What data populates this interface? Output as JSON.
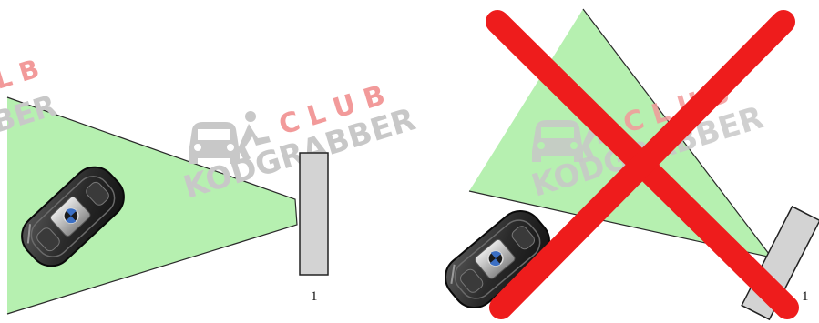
{
  "panels": [
    {
      "id": "left",
      "obstacle_label": "1",
      "crossed_out": false
    },
    {
      "id": "right",
      "obstacle_label": "1",
      "crossed_out": true
    }
  ],
  "watermark": {
    "line1": "C L U B",
    "line2": "KODGRABBER",
    "partial_line1": "L B",
    "partial_line2": "BER"
  },
  "colors": {
    "beam_fill": "#b6f0b0",
    "beam_stroke": "#2a2a2a",
    "obstacle_fill": "#d3d3d3",
    "cross": "#ee1c1c",
    "watermark_gray": "#c8c8c8",
    "watermark_red": "#f29a9a"
  },
  "icons": [
    "car-key-fob-icon",
    "car-person-logo-icon"
  ]
}
